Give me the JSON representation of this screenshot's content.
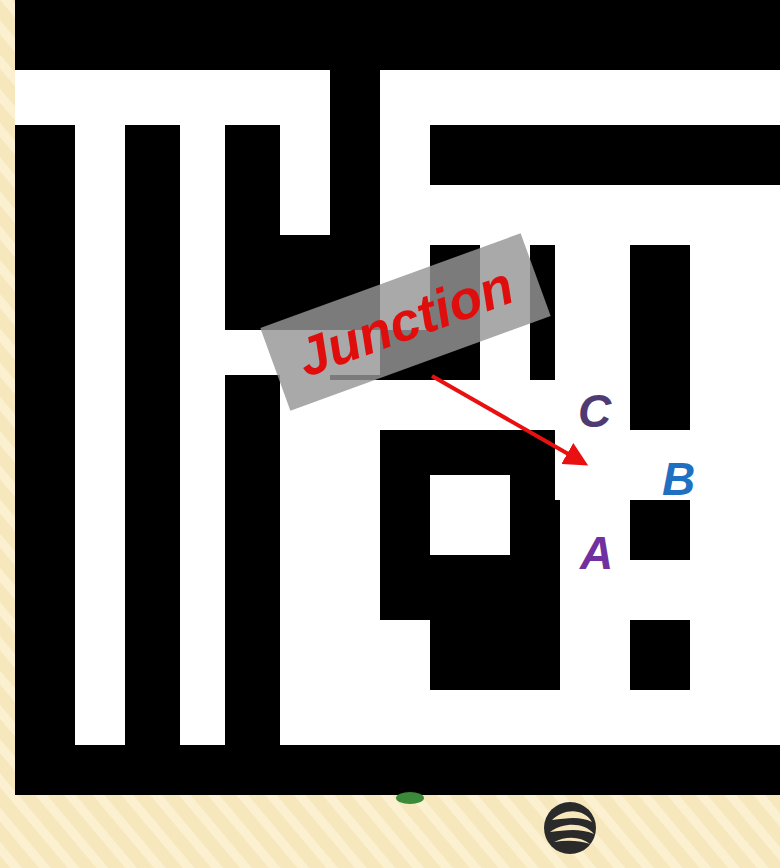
{
  "diagram": {
    "nodes": [
      {
        "text": [
          "Junction"
        ]
      }
    ],
    "labels": [
      "C",
      "B",
      "A"
    ]
  }
}
